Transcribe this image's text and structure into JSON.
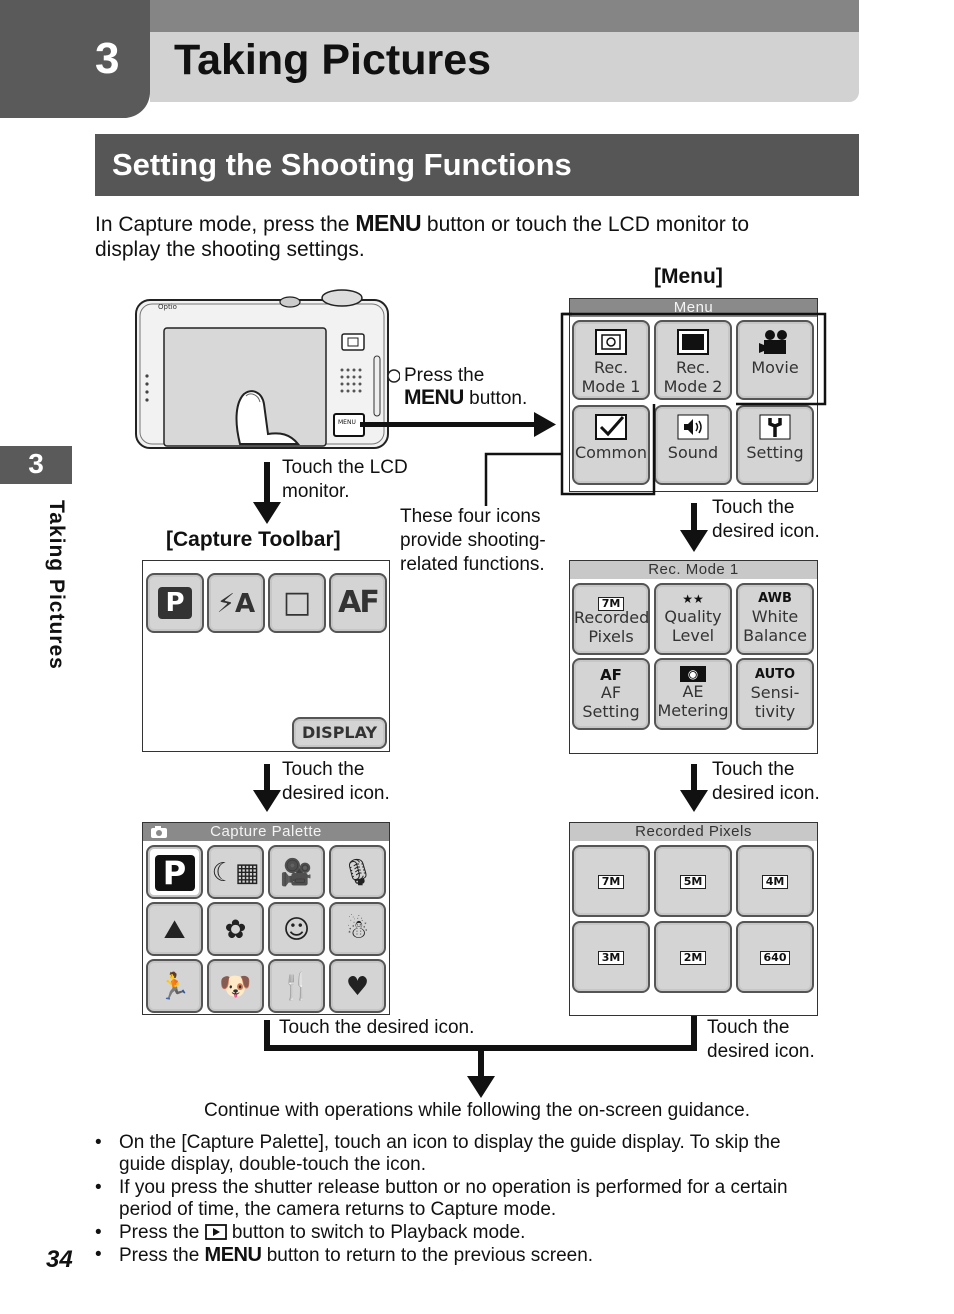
{
  "header": {
    "chapter_number": "3",
    "chapter_title": "Taking Pictures"
  },
  "section": {
    "title": "Setting the Shooting Functions"
  },
  "intro": {
    "part1": "In Capture mode, press the",
    "menu_word": "MENU",
    "part2": "button or touch the LCD monitor to",
    "line2": "display the shooting settings."
  },
  "side_tab": {
    "number": "3",
    "label": "Taking Pictures"
  },
  "diagram": {
    "menu_heading": "[Menu]",
    "capture_toolbar_heading": "[Capture Toolbar]",
    "press_menu_1": "Press the",
    "press_menu_word": "MENU",
    "press_menu_2": "button.",
    "touch_lcd_1": "Touch the LCD",
    "touch_lcd_2": "monitor.",
    "four_icons_1": "These four icons",
    "four_icons_2": "provide shooting-",
    "four_icons_3": "related functions.",
    "touch_desired_1": "Touch the",
    "touch_desired_2": "desired icon.",
    "touch_desired_full": "Touch the desired icon.",
    "continue_text": "Continue with operations while following the on-screen guidance."
  },
  "menu_screen": {
    "title": "Menu",
    "items": [
      {
        "line1": "Rec.",
        "line2": "Mode 1",
        "icon": "camera-frame-icon"
      },
      {
        "line1": "Rec.",
        "line2": "Mode 2",
        "icon": "black-frame-icon"
      },
      {
        "line1": "Movie",
        "line2": "",
        "icon": "movie-camera-icon"
      },
      {
        "line1": "Common",
        "line2": "",
        "icon": "checkmark-icon"
      },
      {
        "line1": "Sound",
        "line2": "",
        "icon": "speaker-icon"
      },
      {
        "line1": "Setting",
        "line2": "",
        "icon": "wrench-icon"
      }
    ]
  },
  "toolbar_screen": {
    "buttons": [
      "P",
      "⚡A",
      "□",
      "AF"
    ],
    "display_label": "DISPLAY"
  },
  "rec_mode_screen": {
    "title": "Rec. Mode 1",
    "items": [
      {
        "tag": "7M",
        "line1": "Recorded",
        "line2": "Pixels"
      },
      {
        "tag": "★★",
        "line1": "Quality",
        "line2": "Level"
      },
      {
        "tag": "AWB",
        "line1": "White",
        "line2": "Balance"
      },
      {
        "tag": "AF",
        "line1": "AF",
        "line2": "Setting"
      },
      {
        "tag": "◉",
        "line1": "AE",
        "line2": "Metering"
      },
      {
        "tag": "AUTO",
        "line1": "Sensi-",
        "line2": "tivity"
      }
    ]
  },
  "palette_screen": {
    "title": "Capture Palette",
    "icons": [
      "P",
      "night-scene-icon",
      "movie-icon",
      "microphone-icon",
      "landscape-icon",
      "flower-icon",
      "portrait-icon",
      "snow-icon",
      "sport-icon",
      "pet-icon",
      "food-icon",
      "frame-heart-icon"
    ]
  },
  "pixels_screen": {
    "title": "Recorded Pixels",
    "items": [
      "7M",
      "5M",
      "4M",
      "3M",
      "2M",
      "640"
    ]
  },
  "bullets": [
    {
      "line1": "On the [Capture Palette], touch an icon to display the guide display. To skip the",
      "line2": "guide display, double-touch the icon."
    },
    {
      "line1": "If you press the shutter release button or no operation is performed for a certain",
      "line2": "period of time, the camera returns to Capture mode."
    },
    {
      "line1a": "Press the",
      "line1b": "button to switch to Playback mode.",
      "line2": ""
    },
    {
      "line1a": "Press the",
      "menu_word": "MENU",
      "line1b": "button to return to the previous screen.",
      "line2": ""
    }
  ],
  "page_number": "34"
}
